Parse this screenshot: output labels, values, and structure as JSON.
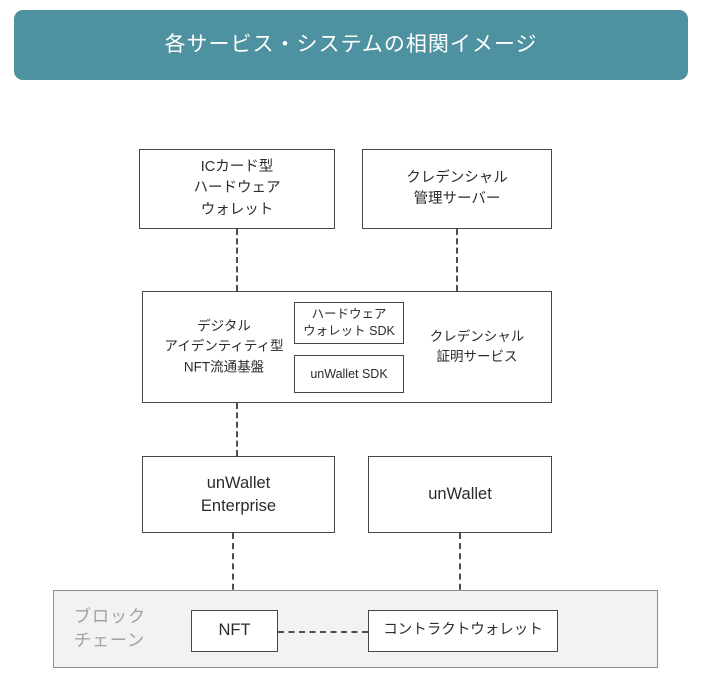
{
  "header": {
    "title": "各サービス・システムの相関イメージ",
    "background_color": "#4e91a0",
    "text_color": "#ffffff"
  },
  "diagram": {
    "type": "block-diagram",
    "nodes": {
      "ic_card_wallet": {
        "label": "ICカード型\nハードウェア\nウォレット"
      },
      "credential_server": {
        "label": "クレデンシャル\n管理サーバー"
      },
      "platform_left": {
        "label": "デジタル\nアイデンティティ型\nNFT流通基盤"
      },
      "platform_right": {
        "label": "クレデンシャル\n証明サービス"
      },
      "sdk_hardware_wallet": {
        "label": "ハードウェア\nウォレット SDK"
      },
      "sdk_unwallet": {
        "label": "unWallet SDK"
      },
      "unwallet_enterprise": {
        "label": "unWallet\nEnterprise"
      },
      "unwallet": {
        "label": "unWallet"
      },
      "nft": {
        "label": "NFT"
      },
      "contract_wallet": {
        "label": "コントラクトウォレット"
      }
    },
    "blockchain_group": {
      "label": "ブロック\nチェーン",
      "label_color": "#a0a0a0",
      "background_color": "#f2f2f2",
      "border_color": "#8d8d8d"
    },
    "connector_style": {
      "stroke": "#4d4d4d",
      "dash": "dashed"
    },
    "connections": [
      {
        "from": "ic_card_wallet",
        "to": "platform_left",
        "orientation": "vertical"
      },
      {
        "from": "credential_server",
        "to": "platform_right",
        "orientation": "vertical"
      },
      {
        "from": "platform_left",
        "to": "unwallet_enterprise",
        "orientation": "vertical"
      },
      {
        "from": "unwallet_enterprise",
        "to": "nft",
        "orientation": "vertical"
      },
      {
        "from": "unwallet",
        "to": "contract_wallet",
        "orientation": "vertical"
      },
      {
        "from": "nft",
        "to": "contract_wallet",
        "orientation": "horizontal"
      }
    ]
  }
}
